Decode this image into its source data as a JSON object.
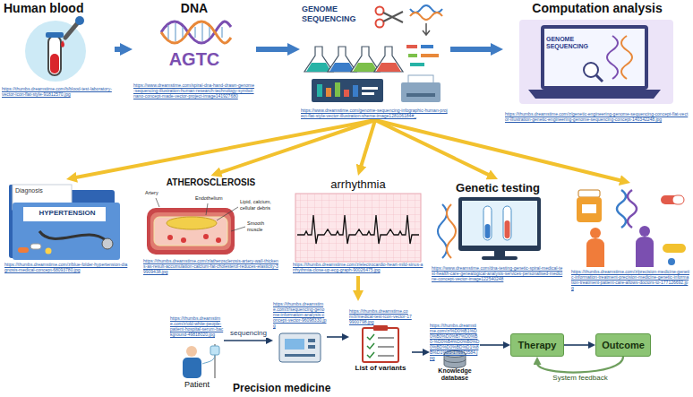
{
  "diagram": {
    "nodes": [
      {
        "text": [
          "Human blood",
          "https://thumbs.dreamstime.com/b/blood-test-laboratory-vector-icon-flat-style-91812570.jpg"
        ]
      },
      {
        "text": [
          "DNA",
          "AGTC",
          "https://www.dreamstime.com/spiral-dna-hand-drawn-genome-sequencing-illustration-human-research-technology-symbol-nano-concept-made-vector-project-image141927680"
        ]
      },
      {
        "text": [
          "GENOME SEQUENCING",
          "https://www.dreamstime.com/genome-sequencing-infographic-human-project-flat-style-vector-illustration-sheme-image128106184#_"
        ]
      },
      {
        "text": [
          "Computation analysis",
          "GENOME SEQUENCING",
          "https://thumbs.dreamstime.com/z/genetic-engineering-genome-sequencing-concept-flat-vector-illustration-genetic-engineering-genome-sequencing-concept-140342248.jpg"
        ]
      },
      {
        "text": [
          "Diagnosis",
          "HYPERTENSION",
          "https://thumbs.dreamstime.com/z/blue-folder-hypertension-diagnosis-medical-concept-68093780.jpg"
        ]
      },
      {
        "text": [
          "ATHEROSCLEROSIS",
          "Artery",
          "Endothelium",
          "Lipid, calcium, cellular debris",
          "Smooth muscle",
          "https://thumbs.dreamstime.com/z/atherosclerosis-artery-wall-thickens-as-result-accumulation-calcium-fat-cholesterol-reduces-elasticity-39909438.jpg"
        ]
      },
      {
        "text": [
          "arrhythmia",
          "https://thumbs.dreamstime.com/z/electrocardio-heart-mild-sinus-arrhythmia-close-up-ecg-graph-90026475.jpg"
        ]
      },
      {
        "text": [
          "Genetic testing",
          "https://www.dreamstime.com/dna-testing-genetic-spiral-medical-test-health-care-genealogical-analysis-services-personalised-medicine-concept-vector-image122540248"
        ]
      },
      {
        "text": [
          "https://thumbs.dreamstime.com/z/precision-medicine-genetic-information-treatment-precision-medicine-genetic-information-treatment-patient-care-allows-doctors-to-177126692.jpg"
        ]
      },
      {
        "text": [
          "Precision medicine"
        ]
      },
      {
        "text": [
          "https://thumbs.dreamstime.com/z/old-white-people-patient-hospital-serum-background-49818020.jpg",
          "Patient"
        ],
        "in": 9
      },
      {
        "text": [
          "https://thumbs.dreamstime.com/z/sequencing-genome-information-analysis-concept-vector-96098330.jpg"
        ],
        "in": 9
      },
      {
        "text": [
          "https://thumbs.dreamstime.com/z/medical-test-icon-vector-179900798.jpg",
          "List of variants"
        ],
        "in": 9
      },
      {
        "text": [
          "https://thumbs.dreamstime.com/z/%D0%B1%D0%B0%D0%B7%D0%B0-%D0%B4%D0%B0%D0%BD%D0%BD%D1%8B%D1%85-176973584.jpg",
          "Knowledge database"
        ],
        "in": 9
      },
      {
        "text": [
          "Therapy"
        ],
        "in": 9
      },
      {
        "text": [
          "Outcome"
        ],
        "in": 9
      }
    ],
    "edges": [
      {
        "from": 0,
        "to": 1,
        "arrow": "to"
      },
      {
        "from": 1,
        "to": 2,
        "arrow": "to"
      },
      {
        "from": 2,
        "to": 3,
        "arrow": "to"
      },
      {
        "from": 2,
        "to": 4,
        "arrow": "to"
      },
      {
        "from": 2,
        "to": 5,
        "arrow": "to"
      },
      {
        "from": 2,
        "to": 6,
        "arrow": "to"
      },
      {
        "from": 2,
        "to": 7,
        "arrow": "to"
      },
      {
        "from": 2,
        "to": 8,
        "arrow": "to"
      },
      {
        "from": 6,
        "to": 9,
        "arrow": "to"
      },
      {
        "from": 10,
        "to": 11,
        "label": "sequencing",
        "arrow": "to"
      },
      {
        "from": 11,
        "to": 12,
        "arrow": "to"
      },
      {
        "from": 12,
        "to": 13,
        "arrow": "to"
      },
      {
        "from": 13,
        "to": 14,
        "arrow": "to"
      },
      {
        "from": 14,
        "to": 15,
        "arrow": "to"
      },
      {
        "from": 15,
        "to": 14,
        "label": "System feedback",
        "arrow": "to"
      }
    ]
  }
}
